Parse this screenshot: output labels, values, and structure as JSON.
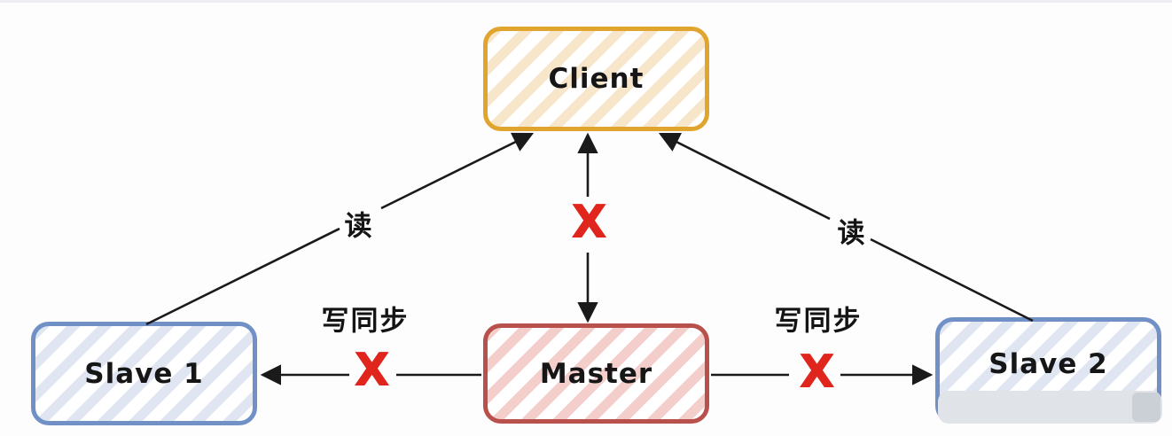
{
  "diagram": {
    "type": "master-slave-replication",
    "background": "#FDFDFE",
    "line_color": "#1A1A1A"
  },
  "nodes": {
    "client": {
      "label": "Client",
      "border_color": "#DFA52F",
      "stripe_color": "#F8E6CB"
    },
    "master": {
      "label": "Master",
      "border_color": "#B8504C",
      "stripe_color": "#F3CECB"
    },
    "slave1": {
      "label": "Slave 1",
      "border_color": "#7191C6",
      "stripe_color": "#DFE5F1"
    },
    "slave2": {
      "label": "Slave 2",
      "border_color": "#7191C6",
      "stripe_color": "#DFE5F1"
    }
  },
  "edges": {
    "read_left_label": "读",
    "read_right_label": "读",
    "write_sync_left_label": "写同步",
    "write_sync_right_label": "写同步",
    "blocked_mark": "X",
    "blocked_color": "#E0261C",
    "connections": [
      {
        "from": "slave1",
        "to": "client",
        "label": "读",
        "direction": "to-client"
      },
      {
        "from": "master",
        "to": "client",
        "label": "X",
        "direction": "both",
        "blocked": true
      },
      {
        "from": "slave2",
        "to": "client",
        "label": "读",
        "direction": "to-client"
      },
      {
        "from": "master",
        "to": "slave1",
        "label": "写同步",
        "blocked": true
      },
      {
        "from": "master",
        "to": "slave2",
        "label": "写同步",
        "blocked": true
      }
    ]
  },
  "overlay": {
    "description": "gray redaction watermark on Slave 2",
    "color": "#E0E3E7"
  }
}
